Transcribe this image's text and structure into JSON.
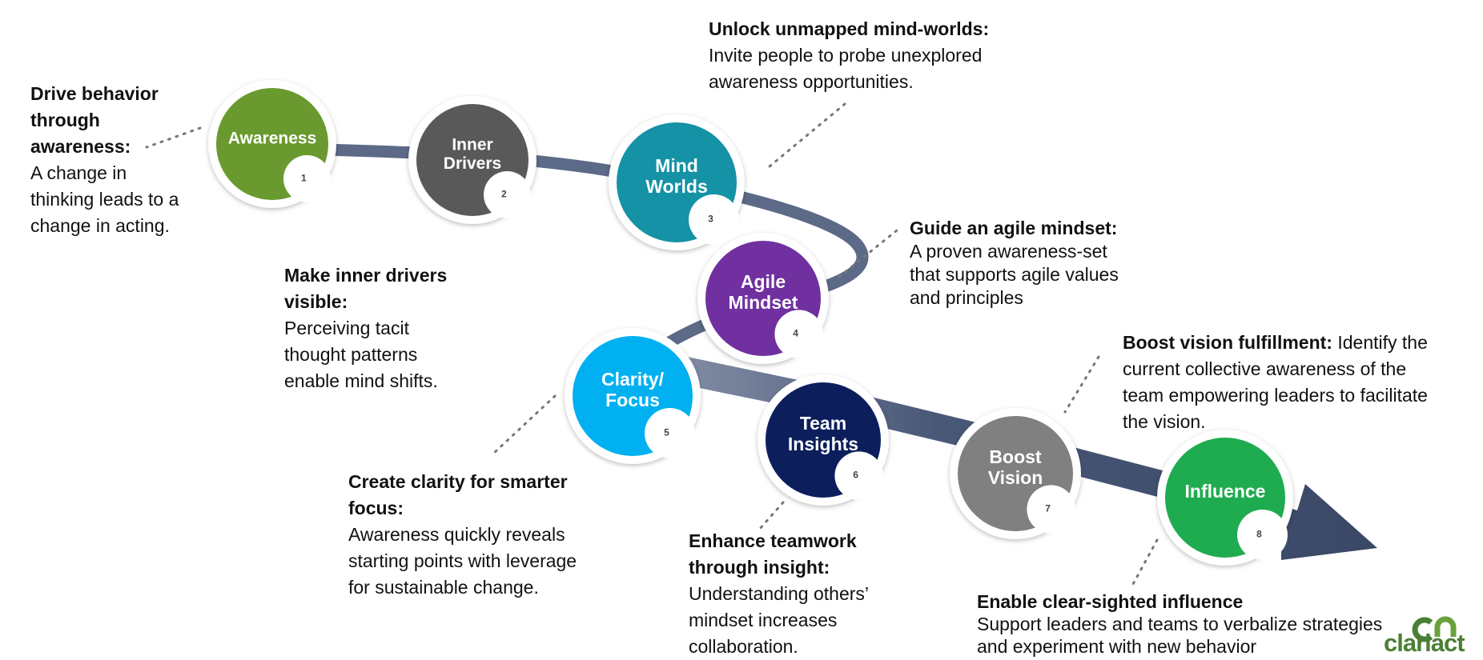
{
  "steps": [
    {
      "label_lines": [
        "Awareness"
      ],
      "number": "1",
      "color": "#6a9a2f"
    },
    {
      "label_lines": [
        "Inner",
        "Drivers"
      ],
      "number": "2",
      "color": "#595959"
    },
    {
      "label_lines": [
        "Mind",
        "Worlds"
      ],
      "number": "3",
      "color": "#1592a6"
    },
    {
      "label_lines": [
        "Agile",
        "Mindset"
      ],
      "number": "4",
      "color": "#7030a0"
    },
    {
      "label_lines": [
        "Clarity/",
        "Focus"
      ],
      "number": "5",
      "color": "#00b0f0"
    },
    {
      "label_lines": [
        "Team",
        "Insights"
      ],
      "number": "6",
      "color": "#0c1f5c"
    },
    {
      "label_lines": [
        "Boost",
        "Vision"
      ],
      "number": "7",
      "color": "#808080"
    },
    {
      "label_lines": [
        "Influence"
      ],
      "number": "8",
      "color": "#1fab4f"
    }
  ],
  "descriptions": {
    "awareness": {
      "title_lines": [
        "Drive behavior",
        "through",
        "awareness:"
      ],
      "body_lines": [
        "A change in",
        "thinking leads to a",
        "change in acting."
      ]
    },
    "inner_drivers": {
      "title_lines": [
        "Make inner drivers",
        "visible:"
      ],
      "body_lines": [
        "Perceiving tacit",
        "thought patterns",
        "enable mind shifts."
      ]
    },
    "mind_worlds": {
      "title_lines": [
        "Unlock unmapped mind-worlds:"
      ],
      "body_lines": [
        "Invite people to probe unexplored",
        "awareness opportunities."
      ]
    },
    "agile_mindset": {
      "title_lines": [
        "Guide an agile mindset:"
      ],
      "body_lines": [
        "A proven awareness-set",
        "that supports agile values",
        "and principles"
      ]
    },
    "clarity_focus": {
      "title_lines": [
        "Create clarity for smarter",
        "focus:"
      ],
      "body_lines": [
        "Awareness quickly reveals",
        "starting points with leverage",
        "for sustainable change."
      ]
    },
    "team_insights": {
      "title_lines": [
        "Enhance teamwork",
        "through insight:"
      ],
      "body_lines": [
        "Understanding others’",
        "mindset increases",
        "collaboration."
      ]
    },
    "boost_vision": {
      "title": "Boost vision fulfillment:",
      "body_first": " Identify the",
      "body_lines": [
        "current collective awareness of the",
        "team empowering leaders to facilitate",
        "the vision."
      ]
    },
    "influence": {
      "title_lines": [
        "Enable clear-sighted influence"
      ],
      "body_lines": [
        "Support leaders and teams to verbalize strategies",
        "and experiment with new behavior"
      ]
    }
  },
  "logo": {
    "text": "clariact",
    "color": "#4b7f35"
  },
  "colors": {
    "path": "#3f4e6b",
    "path_light": "#5c6a88",
    "text": "#111111"
  }
}
